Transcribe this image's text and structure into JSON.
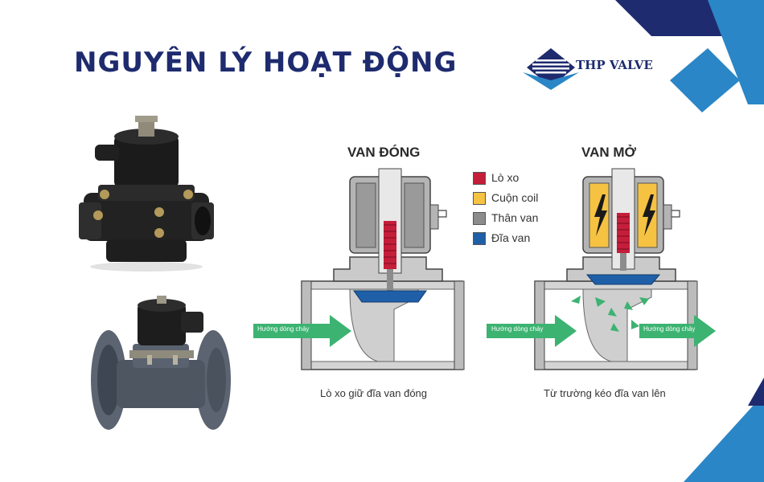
{
  "header": {
    "title": "NGUYÊN LÝ HOẠT ĐỘNG",
    "brand_name": "THP VALVE"
  },
  "colors": {
    "navy": "#1e2b6e",
    "accent_blue": "#2a86c6",
    "spring_red": "#c41e3a",
    "coil_yellow": "#f6c242",
    "body_gray": "#8c8c8c",
    "disc_blue": "#1f5fa8",
    "flow_green": "#3cb371"
  },
  "photos": [
    {
      "name": "threaded-solenoid-valve-photo"
    },
    {
      "name": "flanged-solenoid-valve-photo"
    }
  ],
  "diagram": {
    "closed": {
      "label": "VAN ĐÓNG",
      "flow_text": "Hướng dòng chảy",
      "caption": "Lò xo giữ đĩa van đóng"
    },
    "open": {
      "label": "VAN MỞ",
      "flow_in_text": "Hướng dòng chảy",
      "flow_out_text": "Hướng dòng chảy",
      "caption": "Từ trường kéo đĩa van lên"
    },
    "legend": [
      {
        "label": "Lò xo",
        "color": "#c41e3a"
      },
      {
        "label": "Cuộn coil",
        "color": "#f6c242"
      },
      {
        "label": "Thân van",
        "color": "#8c8c8c"
      },
      {
        "label": "Đĩa van",
        "color": "#1f5fa8"
      }
    ]
  }
}
